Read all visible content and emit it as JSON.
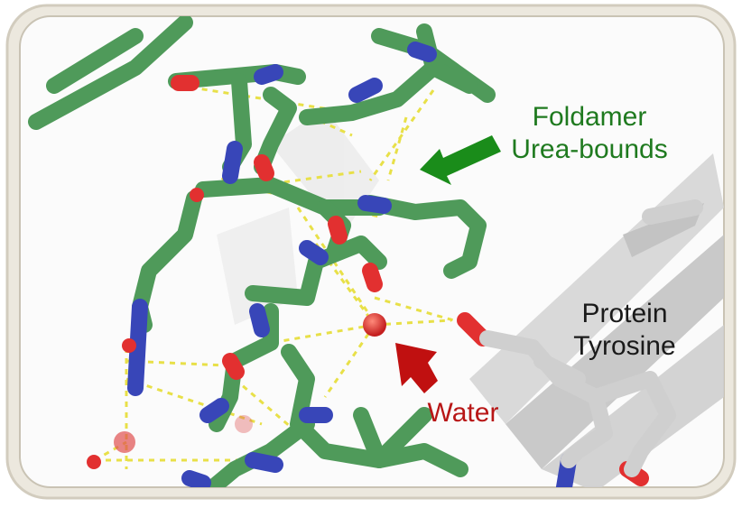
{
  "labels": {
    "foldamer_line1": "Foldamer",
    "foldamer_line2": "Urea-bounds",
    "protein_line1": "Protein",
    "protein_line2": "Tyrosine",
    "water": "Water"
  },
  "colors": {
    "foldamer_text": "#1f7a1f",
    "foldamer_arrow": "#1a8c1a",
    "water_text": "#b81616",
    "water_arrow": "#c01010",
    "protein_text": "#1a1a1a",
    "carbon_green": "#4f9a5a",
    "nitrogen_blue": "#3846b8",
    "oxygen_red": "#e23030",
    "hbond_yellow": "#e8e048",
    "protein_grey": "#c8c8c8",
    "frame": "#d9d4c8"
  }
}
